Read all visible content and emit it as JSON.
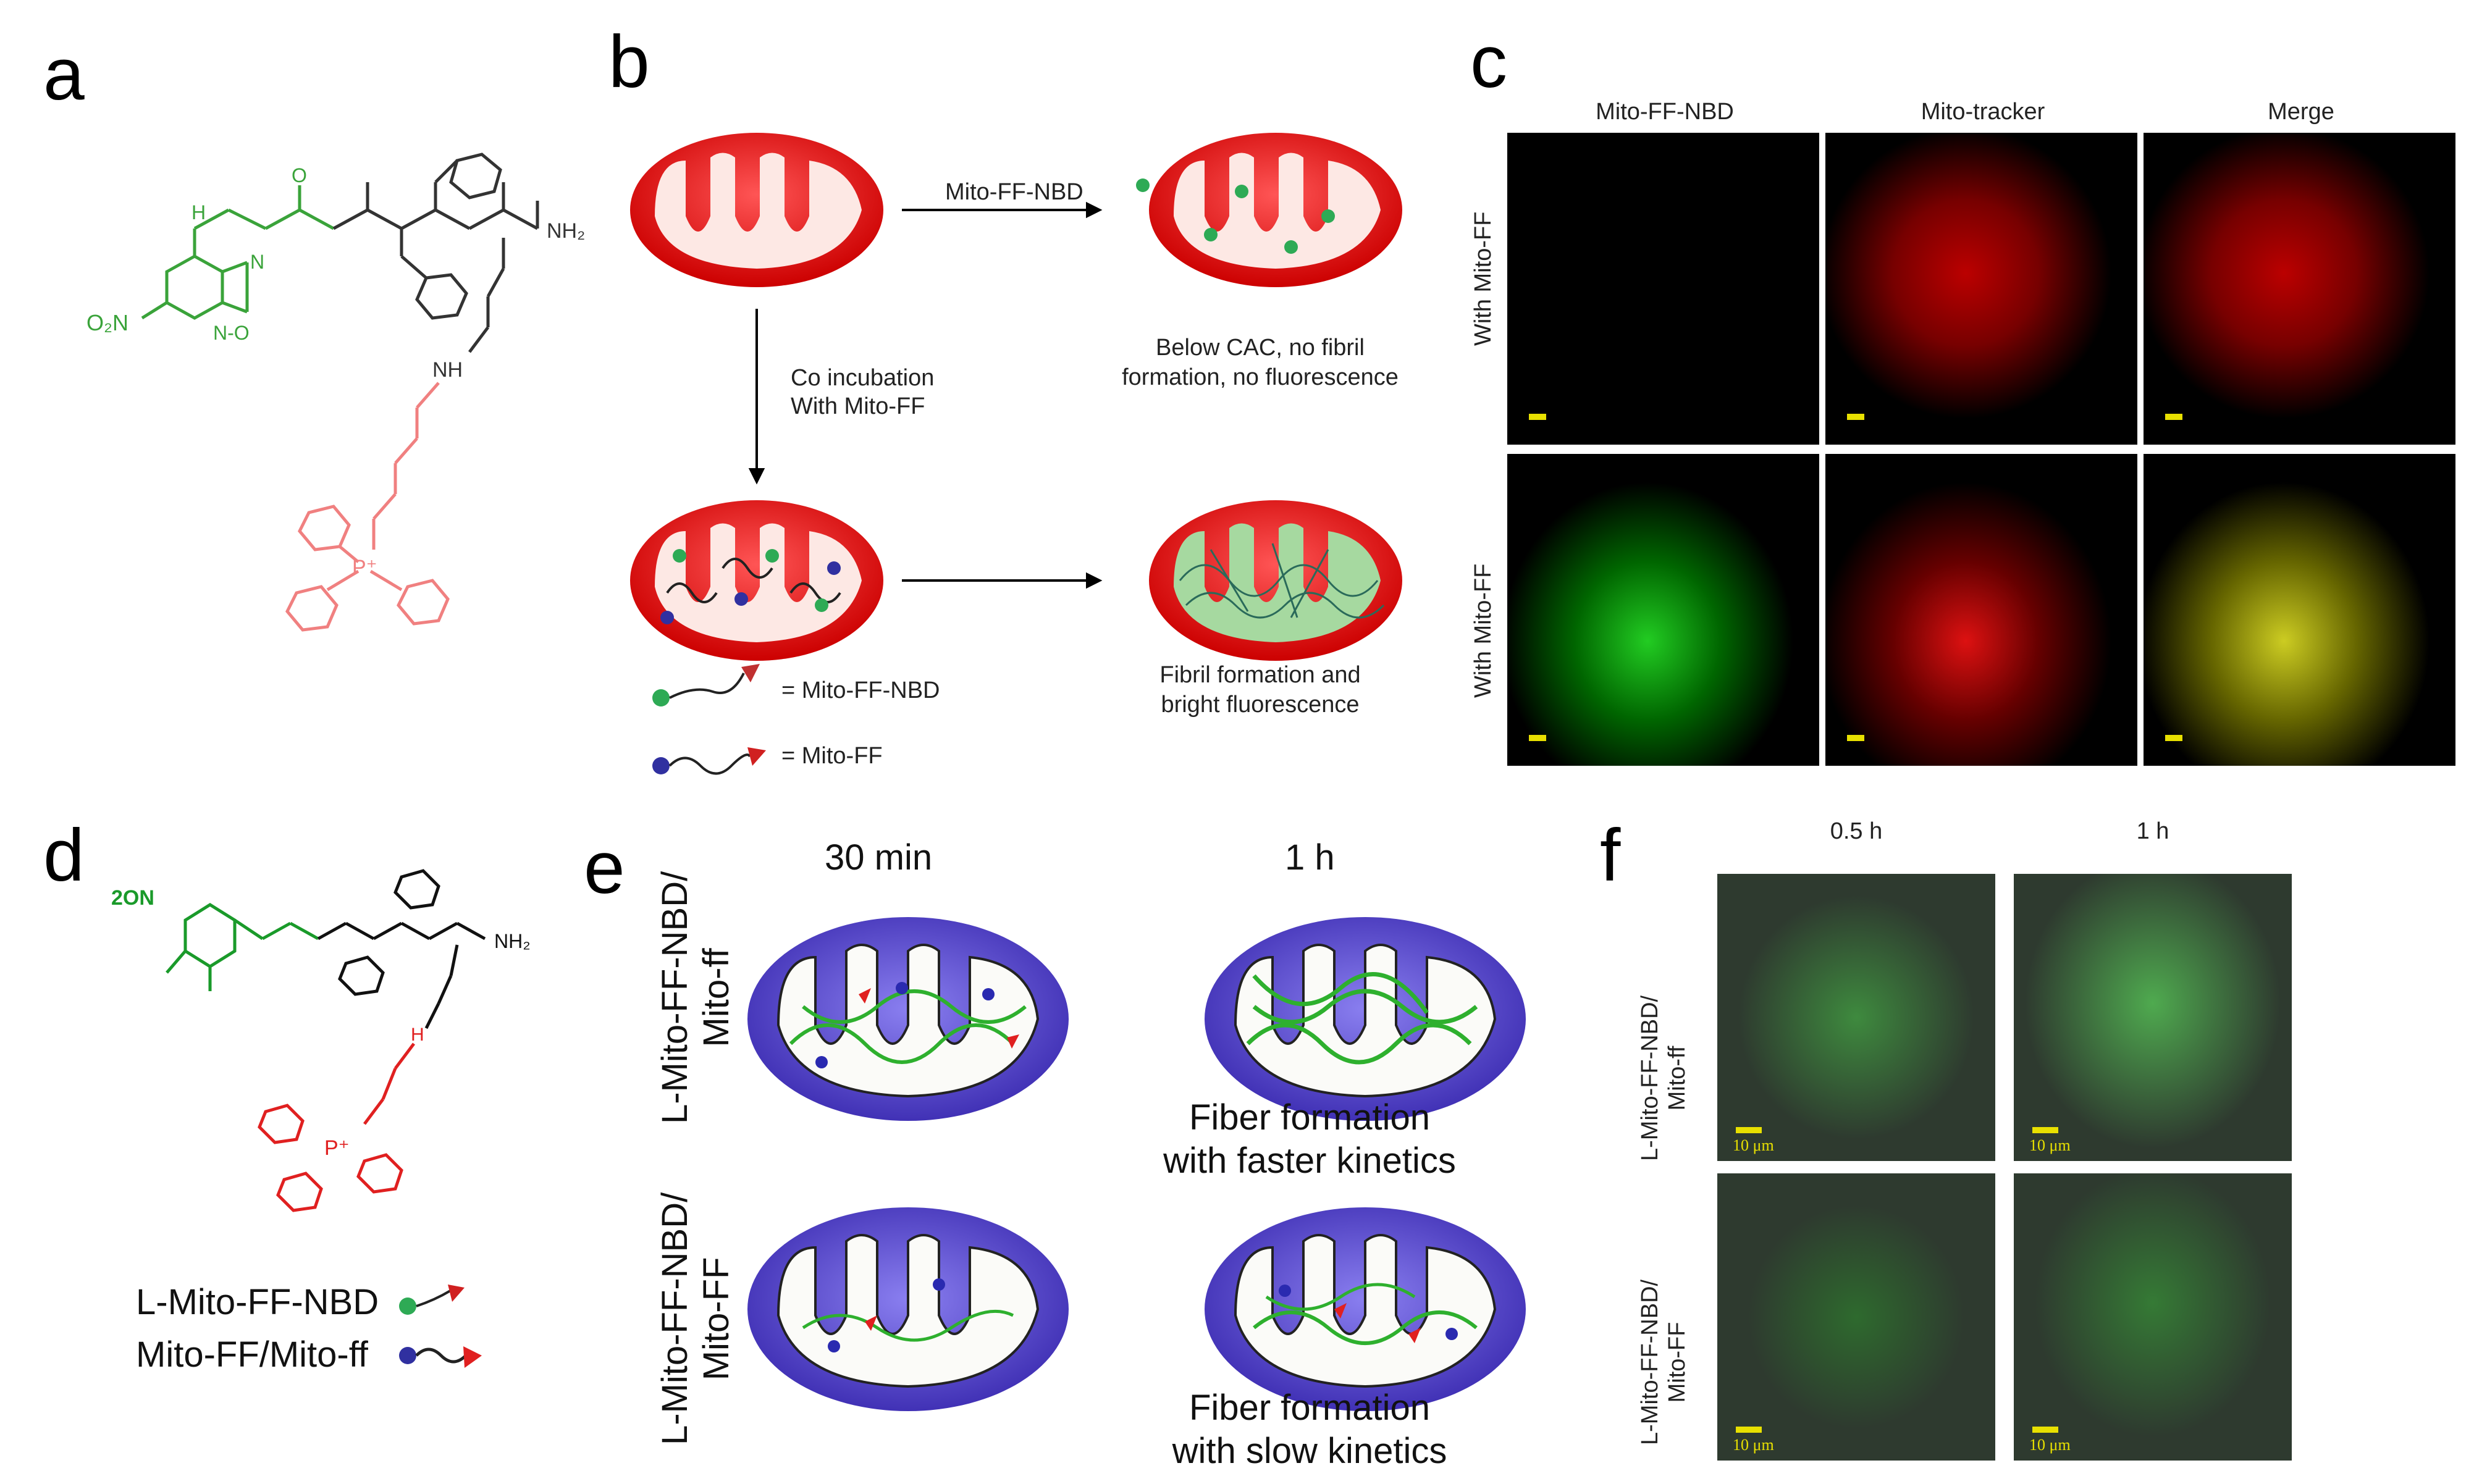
{
  "panels": {
    "a": {
      "label": "a"
    },
    "b": {
      "label": "b",
      "arrow_top": "Mito-FF-NBD",
      "arrow_down": "Co incubation\nWith Mito-FF",
      "below_cac": "Below CAC, no fibril\nformation, no fluorescence",
      "fibril": "Fibril formation and\nbright fluorescence",
      "legend_nbd": "= Mito-FF-NBD",
      "legend_ff": "= Mito-FF"
    },
    "c": {
      "label": "c",
      "col_headers": [
        "Mito-FF-NBD",
        "Mito-tracker",
        "Merge"
      ],
      "row_labels": [
        "With Mito-FF",
        "With Mito-FF"
      ]
    },
    "d": {
      "label": "d",
      "legend_1": "L-Mito-FF-NBD",
      "legend_2": "Mito-FF/Mito-ff"
    },
    "e": {
      "label": "e",
      "col_headers": [
        "30 min",
        "1 h"
      ],
      "row_labels": [
        "L-Mito-FF-NBD/\nMito-ff",
        "L-Mito-FF-NBD/\nMito-FF"
      ],
      "caption_fast": "Fiber formation\nwith faster kinetics",
      "caption_slow": "Fiber formation\nwith slow kinetics"
    },
    "f": {
      "label": "f",
      "col_headers": [
        "0.5 h",
        "1 h"
      ],
      "row_labels": [
        "L-Mito-FF-NBD/\nMito-ff",
        "L-Mito-FF-NBD/\nMito-FF"
      ],
      "scale_text": "10 μm"
    }
  },
  "chem": {
    "no2": "O₂N",
    "nh_amine": "NH",
    "nh2": "NH₂",
    "nh": "H",
    "n": "N",
    "o": "O",
    "nbd_n": "N",
    "nbd_o": "N-O",
    "p_plus": "P⁺",
    "d_2on": "2ON"
  }
}
